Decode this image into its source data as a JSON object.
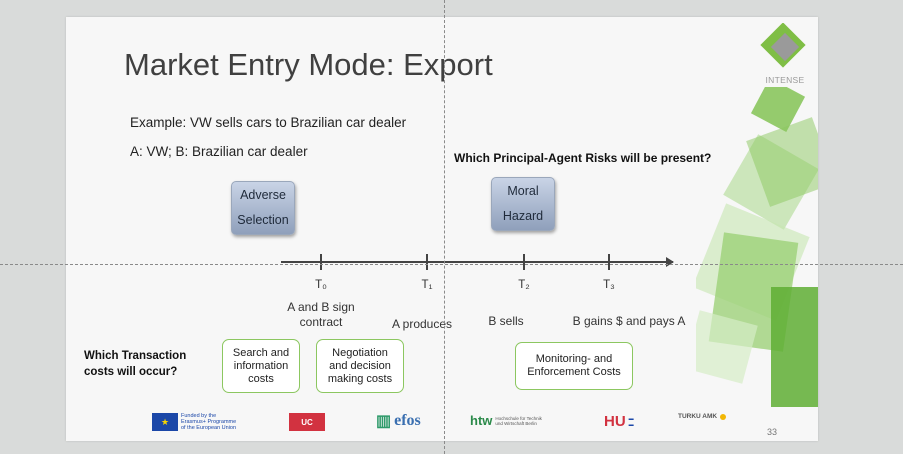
{
  "slide": {
    "title": "Market Entry Mode: Export",
    "example": "Example: VW sells cars to Brazilian car dealer",
    "roles": "A: VW; B: Brazilian car dealer",
    "principal_agent_question": "Which Principal-Agent Risks will be present?",
    "risks": [
      {
        "line1": "Adverse",
        "line2": "Selection"
      },
      {
        "line1": "Moral",
        "line2": "Hazard"
      }
    ],
    "timeline": {
      "points": [
        "T₀",
        "T₁",
        "T₂",
        "T₃"
      ],
      "events": [
        {
          "line1": "A and B sign",
          "line2": "contract"
        },
        {
          "line1": "A produces",
          "line2": ""
        },
        {
          "line1": "B sells",
          "line2": ""
        },
        {
          "line1": "B gains $ and pays A",
          "line2": ""
        }
      ]
    },
    "transaction_question": {
      "line1": "Which Transaction",
      "line2": "costs will occur?"
    },
    "costs": [
      {
        "lines": [
          "Search and",
          "information",
          "costs"
        ]
      },
      {
        "lines": [
          "Negotiation",
          "and decision",
          "making costs"
        ]
      },
      {
        "lines": [
          "Monitoring- and",
          "Enforcement Costs"
        ]
      }
    ],
    "brand": "INTENSE",
    "page_number": "33"
  },
  "footer_logos": {
    "eu_line1": "Funded by the",
    "eu_line2": "Erasmus+ Programme",
    "eu_line3": "of the European Union",
    "uc": "UC",
    "efos": "efos",
    "htw": "htw",
    "htw_sub": "Hochschule für Technik und Wirtschaft Berlin",
    "hu": "HU",
    "turku": "TURKU AMK"
  },
  "colors": {
    "accent_green": "#8cc760",
    "risk_box_top": "#c9d4e6",
    "risk_box_bottom": "#8fa0bb",
    "title": "#404040"
  },
  "icons": [
    "eu-flag-icon",
    "intense-logo-icon"
  ]
}
